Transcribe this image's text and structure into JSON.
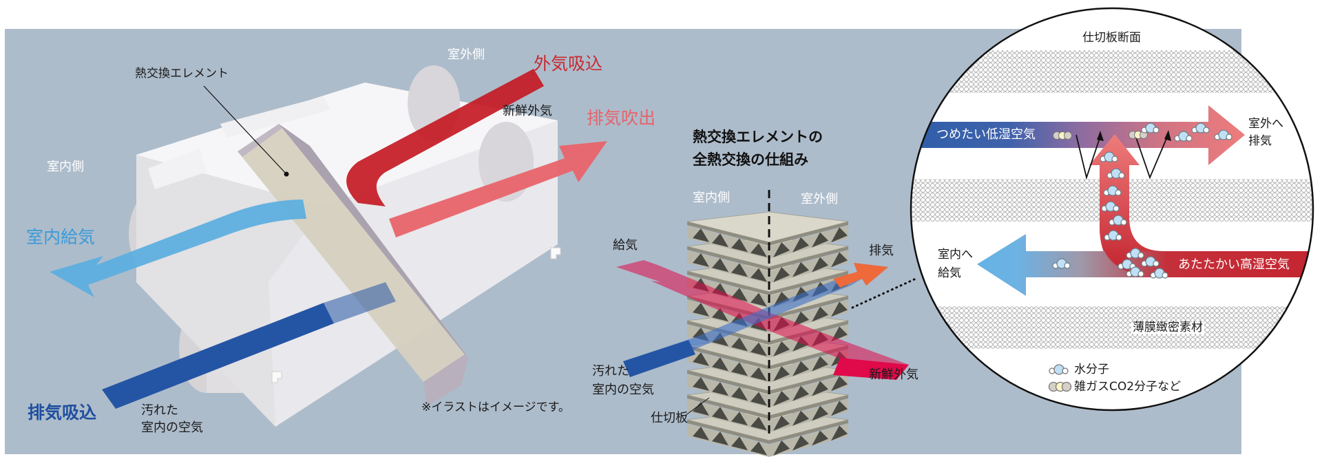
{
  "colors": {
    "panel_bg": "#adbccb",
    "supply_blue": "#5aaee0",
    "exhaust_intake_blue": "#2455a4",
    "outside_intake_red": "#c41a24",
    "exhaust_out_pink": "#e9646c",
    "label_supply": "#3a9ad8",
    "label_exhaust_intake": "#1f4f9e",
    "label_outside_intake": "#c62a31",
    "label_exhaust_out": "#e6636b",
    "fresh_air_magenta": "#e0094a",
    "exhaust_orange": "#ee6a3a"
  },
  "unit_illustration": {
    "element_label": "熱交換エレメント",
    "indoor_side": "室内側",
    "outdoor_side": "室外側",
    "outside_intake": "外気吸込",
    "fresh_outside_air": "新鮮外気",
    "exhaust_out": "排気吹出",
    "indoor_supply": "室内給気",
    "exhaust_intake": "排気吸込",
    "dirty_air_line1": "汚れた",
    "dirty_air_line2": "室内の空気",
    "note": "※イラストはイメージです。"
  },
  "element_mechanism": {
    "title_line1": "熱交換エレメントの",
    "title_line2": "全熱交換の仕組み",
    "indoor_side": "室内側",
    "outdoor_side": "室外側",
    "supply": "給気",
    "exhaust": "排気",
    "dirty_air_line1": "汚れた",
    "dirty_air_line2": "室内の空気",
    "fresh_outside_air": "新鮮外気",
    "partition": "仕切板"
  },
  "cross_section": {
    "title": "仕切板断面",
    "cold_dry_air": "つめたい低湿空気",
    "to_outside_line1": "室外へ",
    "to_outside_line2": "排気",
    "warm_humid_air": "あたたかい高湿空気",
    "to_inside_line1": "室内へ",
    "to_inside_line2": "給気",
    "membrane": "薄膜緻密素材",
    "legend": [
      {
        "icon": "water-molecule-icon",
        "label": "水分子"
      },
      {
        "icon": "gas-molecule-icon",
        "label": "雑ガスCO2分子など"
      }
    ]
  }
}
